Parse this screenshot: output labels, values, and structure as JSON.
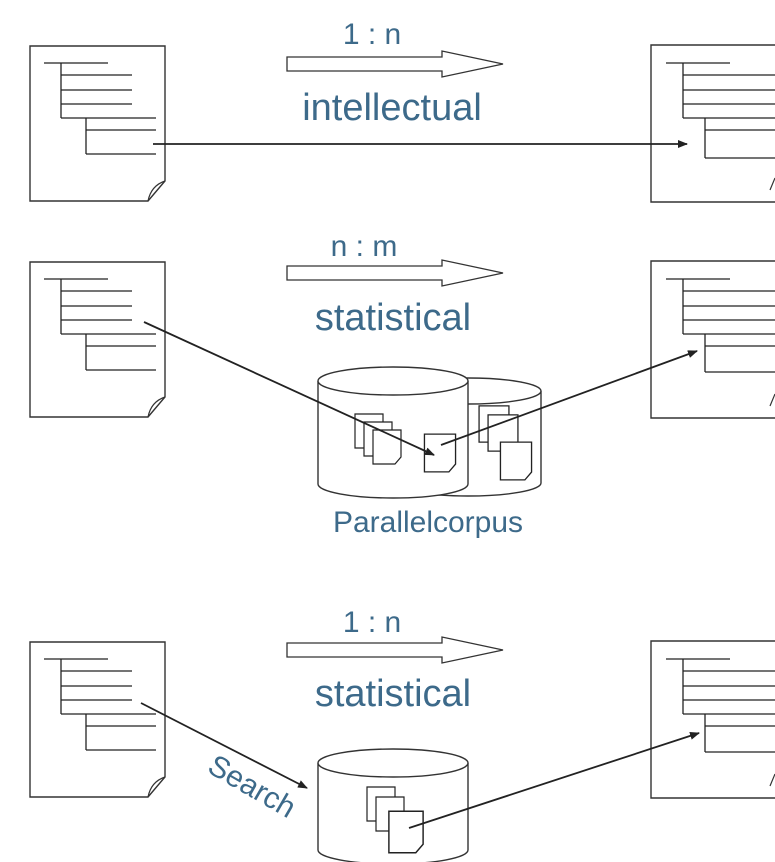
{
  "colors": {
    "label": "#3d6a8a",
    "line": "#222222",
    "fill": "#ffffff"
  },
  "rows": [
    {
      "ratio": "1 : n",
      "method": "intellectual"
    },
    {
      "ratio": "n : m",
      "method": "statistical",
      "corpus_label": "Parallelcorpus"
    },
    {
      "ratio": "1 : n",
      "method": "statistical",
      "search_label": "Search"
    }
  ]
}
